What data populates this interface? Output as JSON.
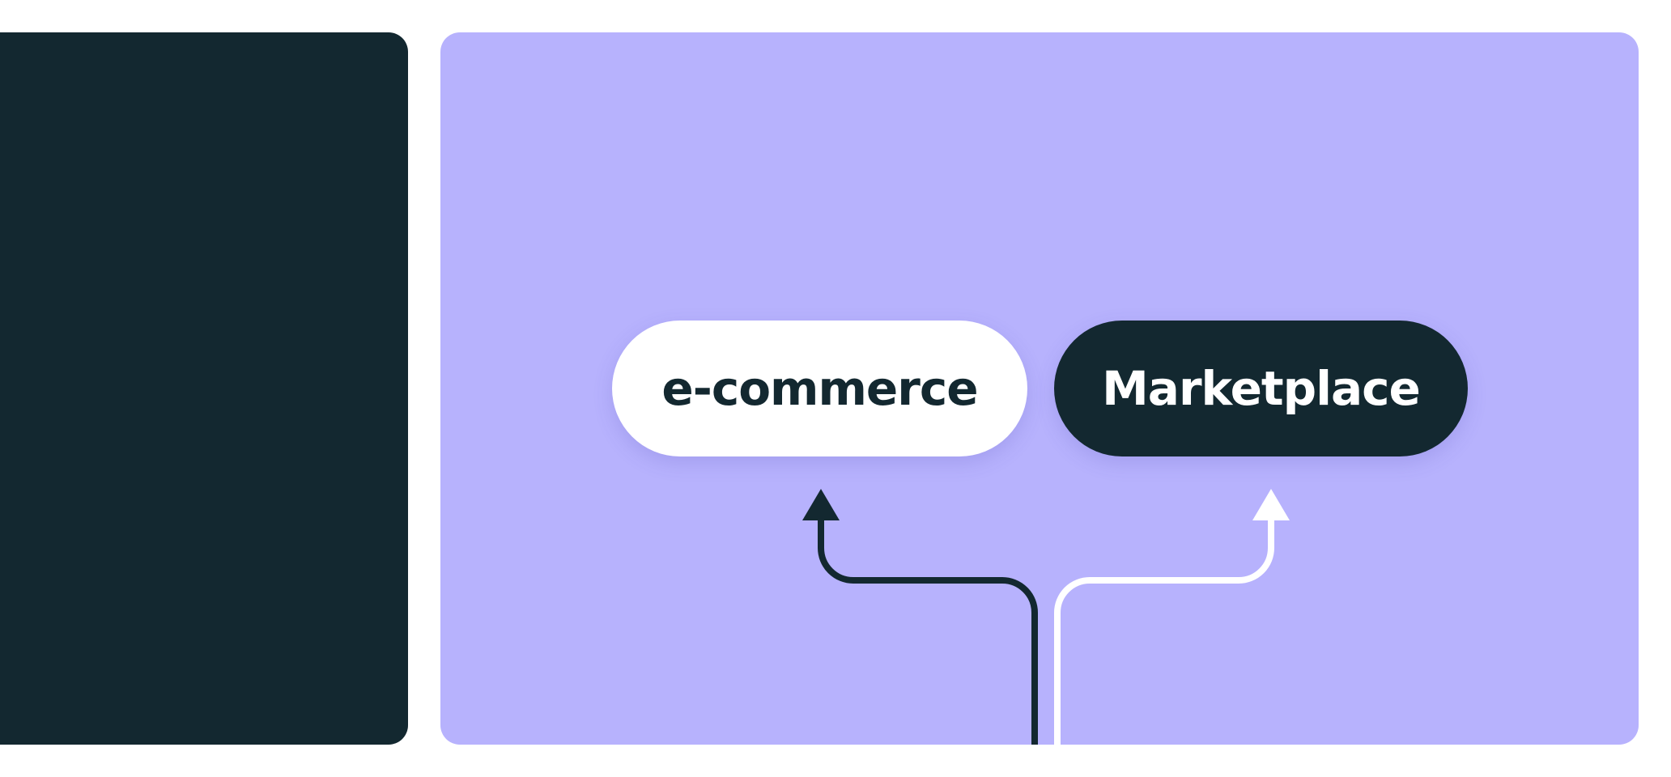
{
  "colors": {
    "background": "#FFFFFF",
    "dark": "#132830",
    "accent_purple": "#B7B2FD",
    "white": "#FFFFFF"
  },
  "diagram": {
    "nodes": [
      {
        "id": "ecommerce",
        "label": "e-commerce",
        "fill": "#FFFFFF",
        "text_color": "#132830"
      },
      {
        "id": "marketplace",
        "label": "Marketplace",
        "fill": "#132830",
        "text_color": "#FFFFFF"
      }
    ],
    "edges": [
      {
        "to": "ecommerce",
        "color": "#132830",
        "style": "arrow-up",
        "direction": "from-bottom-center-curving-left"
      },
      {
        "to": "marketplace",
        "color": "#FFFFFF",
        "style": "arrow-up",
        "direction": "from-bottom-center-curving-right"
      }
    ]
  }
}
